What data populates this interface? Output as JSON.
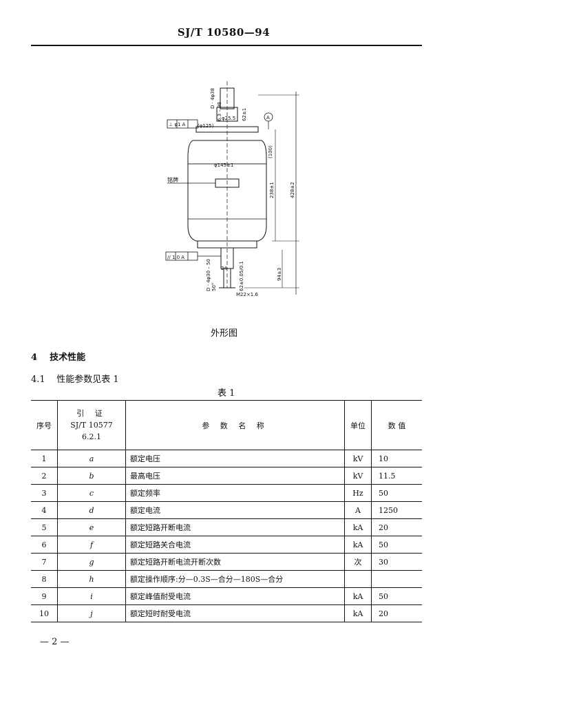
{
  "header": {
    "code": "SJ/T 10580—94"
  },
  "figure": {
    "labels": {
      "d_top": "D · 4φ38",
      "d_top2": "6.3 – 98",
      "phi_top": "φ25.5",
      "dim_62": "62±1",
      "tol_top": "⊥ φ1 A",
      "phi_125": "(φ125)",
      "datum": "A",
      "dim_100": "(100)",
      "phi_145": "φ145±1",
      "nameplate": "铭牌",
      "dim_238": "238±1",
      "dim_428": "428±2",
      "tol_bottom": "// 1.0 A",
      "d_bottom": "D · 4φ30 – 50",
      "d_bottom2": "50°",
      "dim_24": "24",
      "dim_thread": "M22×1.6",
      "dim_94": "94±3",
      "dim_62b": "62±0.05/0.1"
    }
  },
  "caption": "外形图",
  "section4": {
    "number": "4",
    "title": "技术性能"
  },
  "section41": {
    "number": "4.1",
    "title": "性能参数见表 1"
  },
  "table": {
    "caption": "表 1",
    "headers": {
      "no": "序号",
      "ref_line1": "引 证",
      "ref_line2": "SJ/T 10577",
      "ref_line3": "6.2.1",
      "name": "参 数 名 称",
      "unit": "单位",
      "value": "数 值"
    },
    "rows": [
      {
        "no": "1",
        "ref": "a",
        "name": "额定电压",
        "unit": "kV",
        "value": "10"
      },
      {
        "no": "2",
        "ref": "b",
        "name": "最高电压",
        "unit": "kV",
        "value": "11.5"
      },
      {
        "no": "3",
        "ref": "c",
        "name": "额定频率",
        "unit": "Hz",
        "value": "50"
      },
      {
        "no": "4",
        "ref": "d",
        "name": "额定电流",
        "unit": "A",
        "value": "1250"
      },
      {
        "no": "5",
        "ref": "e",
        "name": "额定短路开断电流",
        "unit": "kA",
        "value": "20"
      },
      {
        "no": "6",
        "ref": "f",
        "name": "额定短路关合电流",
        "unit": "kA",
        "value": "50"
      },
      {
        "no": "7",
        "ref": "g",
        "name": "额定短路开断电流开断次数",
        "unit": "次",
        "value": "30"
      },
      {
        "no": "8",
        "ref": "h",
        "name": "额定操作顺序:分—0.3S—合分—180S—合分",
        "unit": "",
        "value": ""
      },
      {
        "no": "9",
        "ref": "i",
        "name": "额定峰值耐受电流",
        "unit": "kA",
        "value": "50"
      },
      {
        "no": "10",
        "ref": "j",
        "name": "额定短时耐受电流",
        "unit": "kA",
        "value": "20"
      }
    ]
  },
  "footer": "— 2 —"
}
